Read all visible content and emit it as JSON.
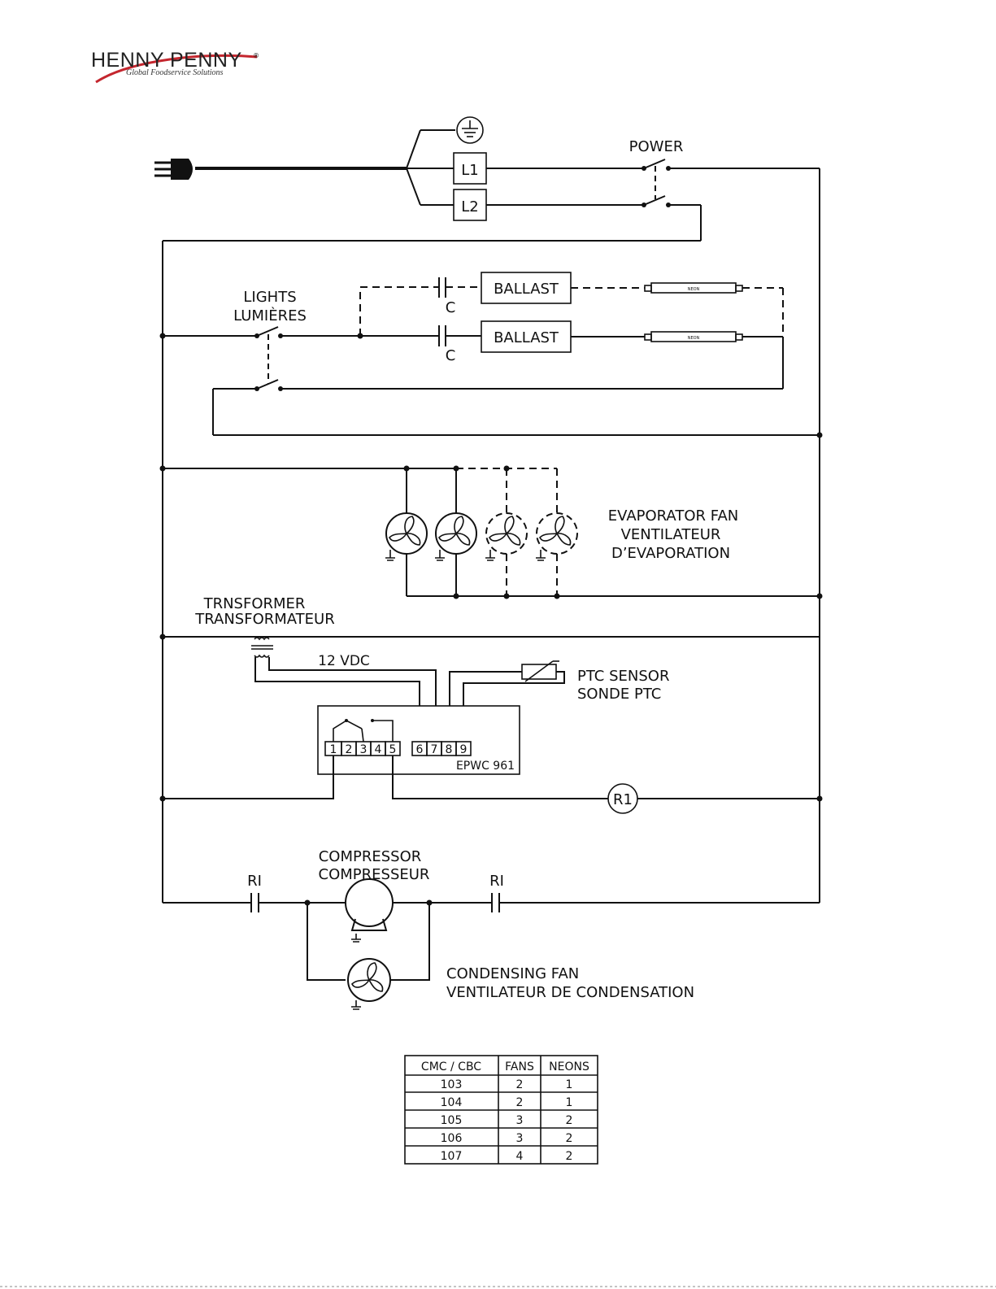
{
  "logo": {
    "brand": "HENNY PENNY",
    "registered": "®",
    "tagline": "Global Foodservice Solutions"
  },
  "labels": {
    "power": "POWER",
    "l1": "L1",
    "l2": "L2",
    "lights": "LIGHTS",
    "lumieres": "LUMIÈRES",
    "ballast": "BALLAST",
    "capacitor": "C",
    "neon": "NEON",
    "evap_fan_en": "EVAPORATOR FAN",
    "evap_fan_fr1": "VENTILATEUR",
    "evap_fan_fr2": "D’EVAPORATION",
    "transformer_en": "TRNSFORMER",
    "transformer_fr": "TRANSFORMATEUR",
    "vdc": "12 VDC",
    "ptc_en": "PTC SENSOR",
    "ptc_fr": "SONDE PTC",
    "controller": "EPWC 961",
    "terminals": [
      "1",
      "2",
      "3",
      "4",
      "5",
      "6",
      "7",
      "8",
      "9"
    ],
    "relay": "R1",
    "contact": "RI",
    "compressor_en": "COMPRESSOR",
    "compressor_fr": "COMPRESSEUR",
    "cond_fan_en": "CONDENSING FAN",
    "cond_fan_fr": "VENTILATEUR DE CONDENSATION"
  },
  "table": {
    "headers": [
      "CMC / CBC",
      "FANS",
      "NEONS"
    ],
    "rows": [
      [
        "103",
        "2",
        "1"
      ],
      [
        "104",
        "2",
        "1"
      ],
      [
        "105",
        "3",
        "2"
      ],
      [
        "106",
        "3",
        "2"
      ],
      [
        "107",
        "4",
        "2"
      ]
    ]
  }
}
